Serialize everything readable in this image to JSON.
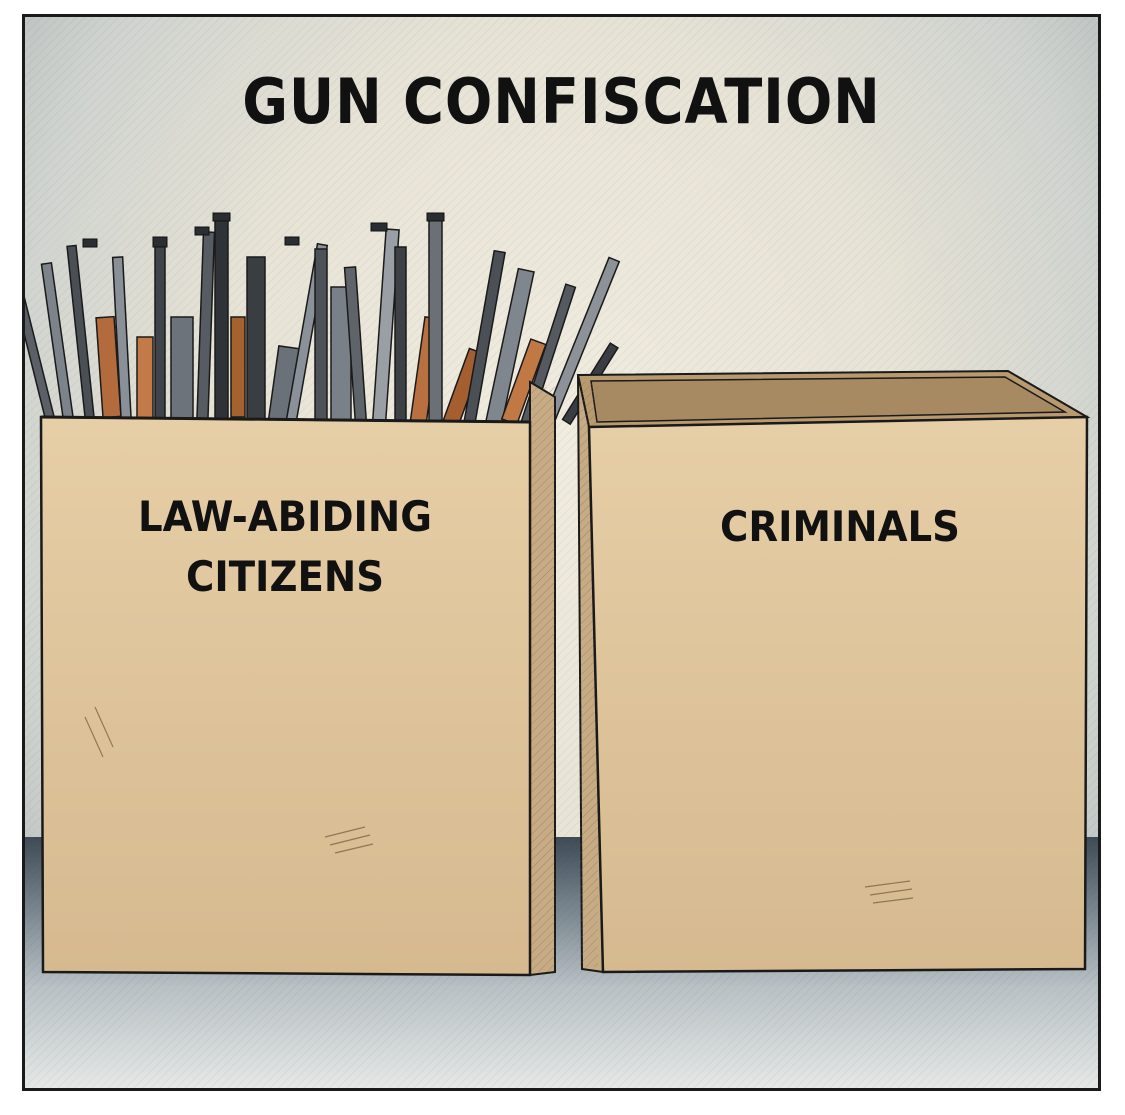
{
  "title": "GUN CONFISCATION",
  "boxes": {
    "left": {
      "line1": "LAW-ABIDING",
      "line2": "CITIZENS"
    },
    "right": {
      "label": "CRIMINALS"
    }
  },
  "colors": {
    "cardboard": "#e3c9a1",
    "cardboard_side": "#cbb08a",
    "ink": "#111111",
    "gun_dark": "#4a4f55",
    "gun_wood": "#b36a3d"
  }
}
